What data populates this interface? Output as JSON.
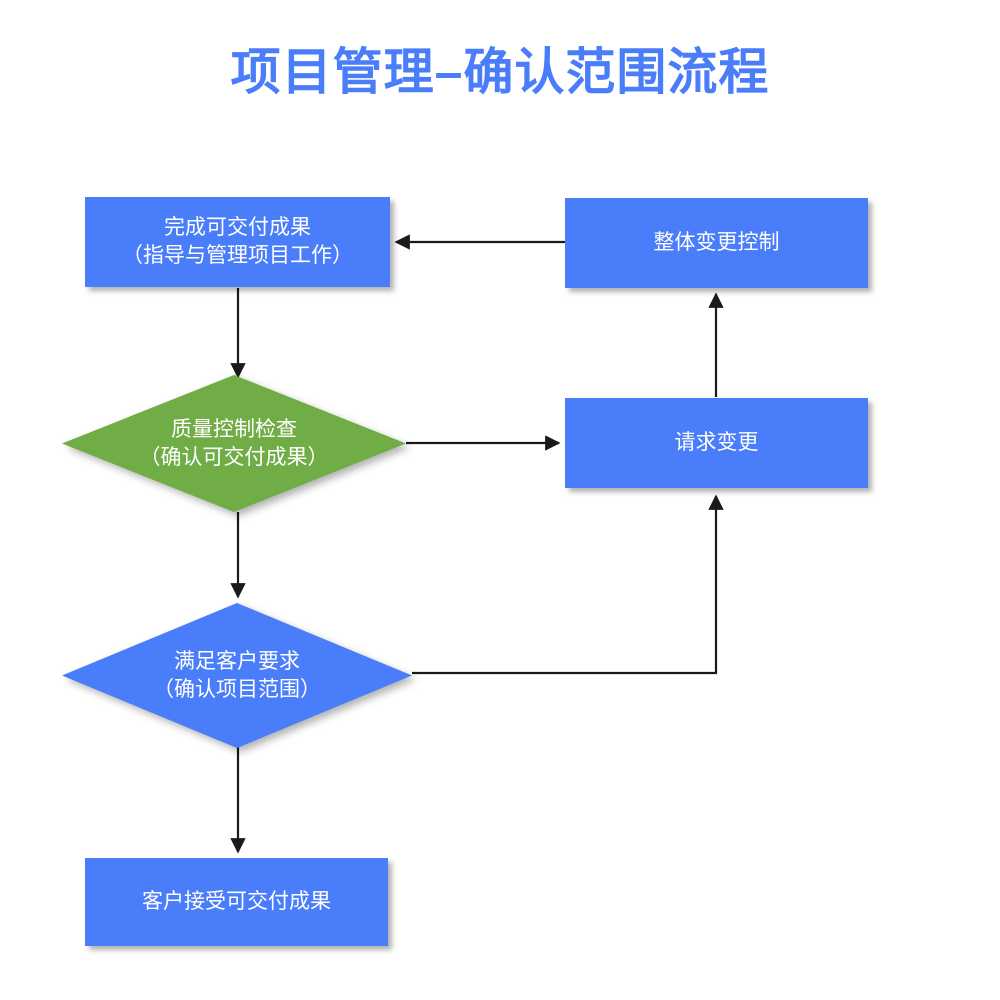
{
  "page": {
    "title": "项目管理–确认范围流程",
    "background": "#ffffff",
    "title_color": "#4a7dfa"
  },
  "palette": {
    "blue": "#4a7dfa",
    "green": "#70ad47",
    "edge": "#1a1a1a",
    "text": "#ffffff"
  },
  "nodes": {
    "deliverables": {
      "label": "完成可交付成果\n（指导与管理项目工作）",
      "shape": "rectangle",
      "color": "#4a7dfa"
    },
    "change_control": {
      "label": "整体变更控制",
      "shape": "rectangle",
      "color": "#4a7dfa"
    },
    "quality_check": {
      "label": "质量控制检查\n（确认可交付成果）",
      "shape": "diamond",
      "color": "#70ad47"
    },
    "request_change": {
      "label": "请求变更",
      "shape": "rectangle",
      "color": "#4a7dfa"
    },
    "customer_requirement": {
      "label": "满足客户要求\n（确认项目范围）",
      "shape": "diamond",
      "color": "#4a7dfa"
    },
    "customer_accept": {
      "label": "客户接受可交付成果",
      "shape": "rectangle",
      "color": "#4a7dfa"
    }
  },
  "edges": [
    {
      "name": "change-control-to-deliverables",
      "from": "change_control",
      "to": "deliverables",
      "label": ""
    },
    {
      "name": "deliverables-to-quality-check",
      "from": "deliverables",
      "to": "quality_check",
      "label": ""
    },
    {
      "name": "quality-check-to-request-change",
      "from": "quality_check",
      "to": "request_change",
      "label": ""
    },
    {
      "name": "quality-check-to-customer-requirement",
      "from": "quality_check",
      "to": "customer_requirement",
      "label": ""
    },
    {
      "name": "request-change-to-change-control",
      "from": "request_change",
      "to": "change_control",
      "label": ""
    },
    {
      "name": "customer-requirement-to-request-change",
      "from": "customer_requirement",
      "to": "request_change",
      "label": ""
    },
    {
      "name": "customer-requirement-to-customer-accept",
      "from": "customer_requirement",
      "to": "customer_accept",
      "label": ""
    }
  ]
}
